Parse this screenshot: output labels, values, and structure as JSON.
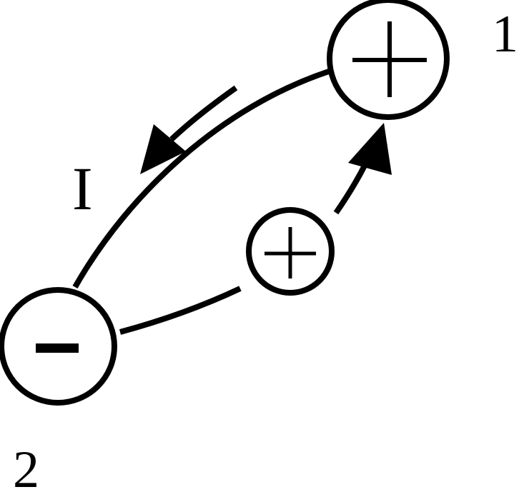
{
  "diagram": {
    "nodes": [
      {
        "id": "node-1",
        "label": "1",
        "sign": "+"
      },
      {
        "id": "node-2",
        "label": "2",
        "sign": "-"
      },
      {
        "id": "moving-charge",
        "sign": "+"
      }
    ],
    "current_label": "I",
    "colors": {
      "stroke": "#000000",
      "background": "#ffffff"
    }
  }
}
